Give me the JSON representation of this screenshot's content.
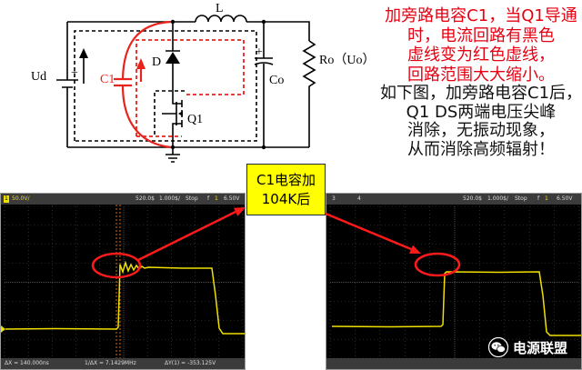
{
  "circuit": {
    "label_L": "L",
    "label_Ud": "Ud",
    "label_C1": "C1",
    "label_D": "D",
    "label_Ro": "Ro（Uo）",
    "label_Co": "Co",
    "label_Q1": "Q1",
    "plus_battery": "+",
    "plus_co": "+"
  },
  "note_red": [
    "加旁路电容C1，当Q1导通",
    "时，电流回路有黑色",
    "虚线变为红色虚线，",
    "回路范围大大缩小。"
  ],
  "note_black": [
    "如下图，加旁路电容C1后，",
    "Q1 DS两端电压尖峰",
    "消除，无振动现象，",
    "从而消除高频辐射！"
  ],
  "callout": [
    "C1电容加",
    "104K后"
  ],
  "scope_left": {
    "top_bar": {
      "channel": "1",
      "volts_per_div": "50.0V/",
      "time_position": "520.0$",
      "time_per_div": "1.000$/",
      "run_state": "Stop",
      "trigger_slope": "f",
      "trigger_channel": "1",
      "trigger_level": "6.50V"
    },
    "bottom_bar": {
      "delta_x": "ΔX = 140.000ns",
      "inv_delta_x": "1/ΔX = 7.1429MHz",
      "delta_y": "ΔY(1) = -353.125V"
    }
  },
  "scope_right": {
    "top_bar": {
      "channel_3": "3",
      "channel_4": "4",
      "time_position": "520.0$",
      "time_per_div": "1.000$/",
      "run_state": "Stop",
      "trigger_slope": "f",
      "trigger_channel": "1",
      "trigger_level": "6.50V"
    }
  },
  "watermark": {
    "text": "电源联盟",
    "icon": "wechat-icon"
  },
  "colors": {
    "circuit_red": "#e8231c",
    "note_red": "#e60012",
    "trace": "#f0e000",
    "scope_background": "#000000",
    "callout_fill": "#ffff00",
    "marker_red": "#ff1a1a"
  }
}
